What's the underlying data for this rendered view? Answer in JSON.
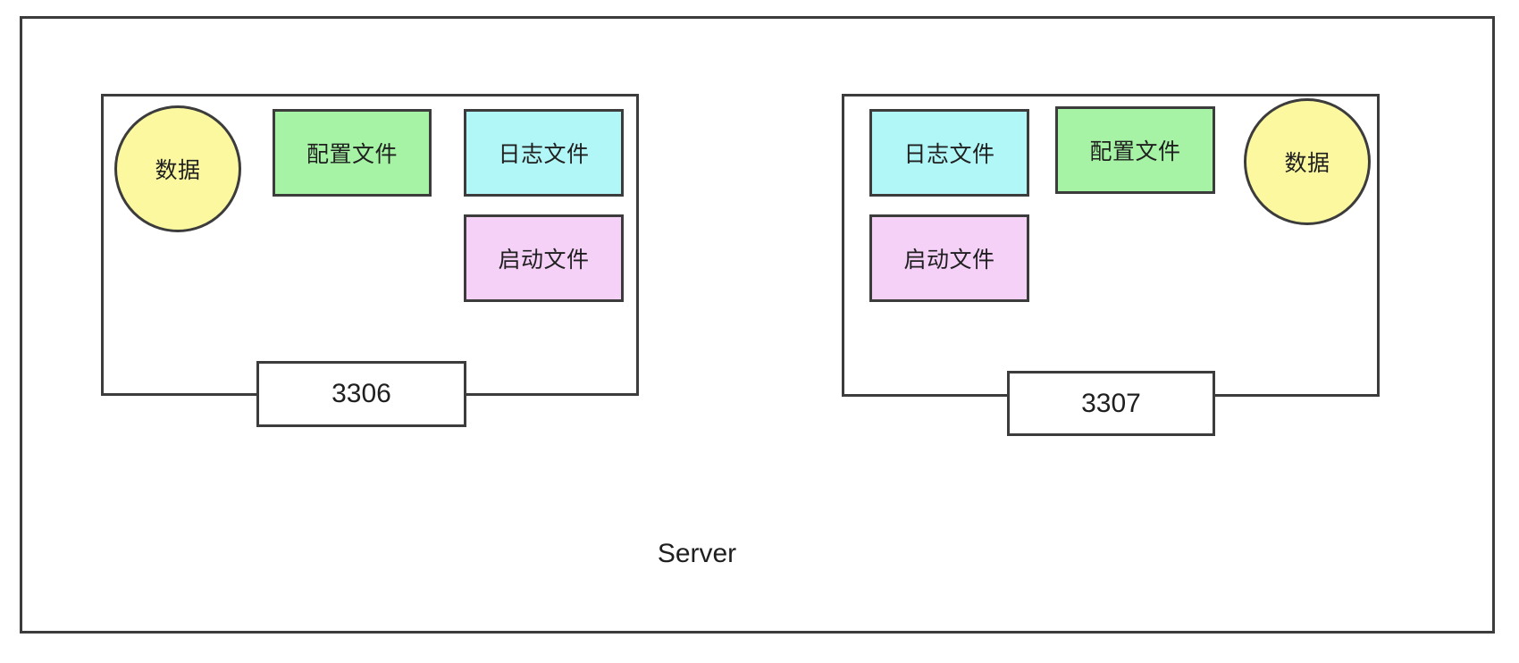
{
  "diagram": {
    "title": "Server",
    "colors": {
      "stroke": "#3c3c3c",
      "background": "#ffffff",
      "data_fill": "#fbf8a0",
      "config_fill": "#a6f3a6",
      "log_fill": "#b2f7f7",
      "startup_fill": "#f5d0f7",
      "text": "#1f1f1f"
    },
    "server": {
      "label": "Server"
    },
    "instances": [
      {
        "id": "instance-3306",
        "port_label": "3306",
        "nodes": [
          {
            "id": "data",
            "label": "数据",
            "shape": "ellipse",
            "fill": "#fbf8a0"
          },
          {
            "id": "config",
            "label": "配置文件",
            "shape": "rectangle",
            "fill": "#a6f3a6"
          },
          {
            "id": "log",
            "label": "日志文件",
            "shape": "rectangle",
            "fill": "#b2f7f7"
          },
          {
            "id": "startup",
            "label": "启动文件",
            "shape": "rectangle",
            "fill": "#f5d0f7"
          }
        ]
      },
      {
        "id": "instance-3307",
        "port_label": "3307",
        "nodes": [
          {
            "id": "log",
            "label": "日志文件",
            "shape": "rectangle",
            "fill": "#b2f7f7"
          },
          {
            "id": "config",
            "label": "配置文件",
            "shape": "rectangle",
            "fill": "#a6f3a6"
          },
          {
            "id": "data",
            "label": "数据",
            "shape": "ellipse",
            "fill": "#fbf8a0"
          },
          {
            "id": "startup",
            "label": "启动文件",
            "shape": "rectangle",
            "fill": "#f5d0f7"
          }
        ]
      }
    ]
  }
}
